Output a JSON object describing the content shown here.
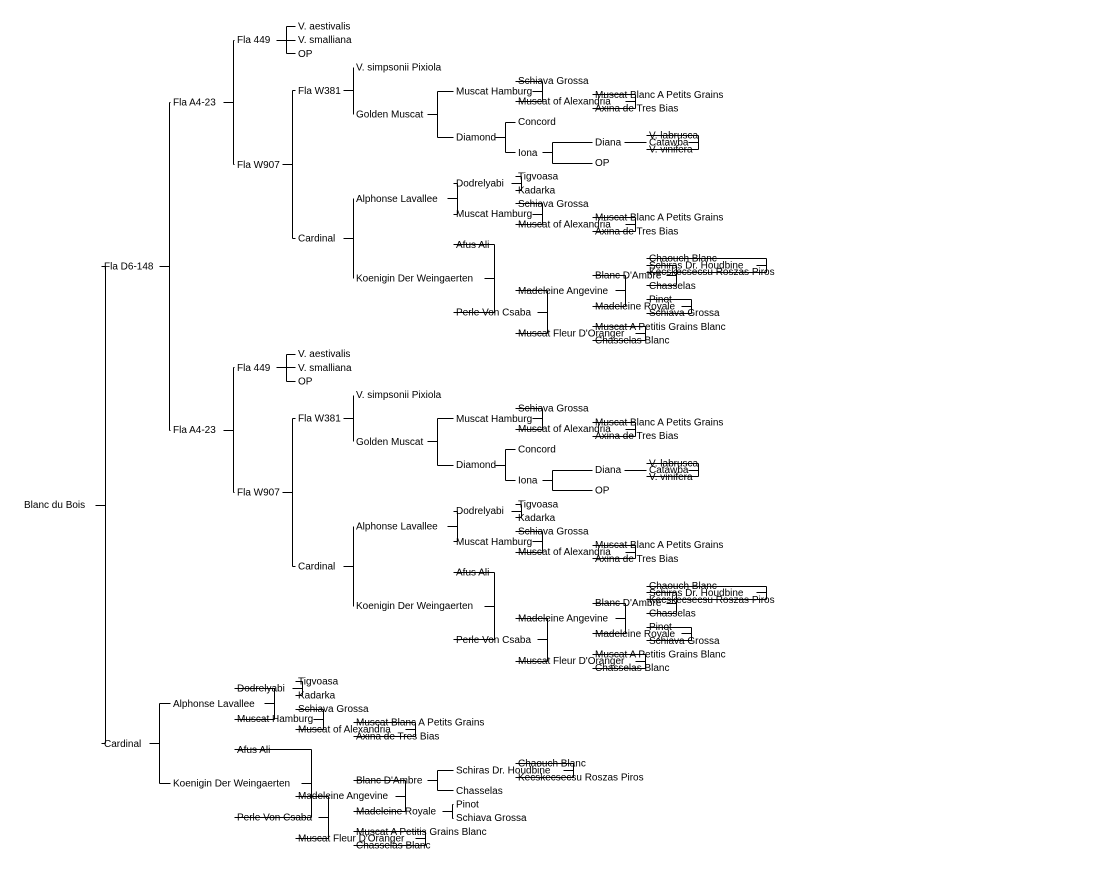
{
  "tree": {
    "label": "Blanc du Bois",
    "children": [
      {
        "label": "Fla D6-148",
        "children": [
          {
            "label": "Fla A4-23",
            "children": [
              {
                "label": "Fla 449",
                "children": [
                  {
                    "label": "V. aestivalis"
                  },
                  {
                    "label": "V. smalliana"
                  },
                  {
                    "label": "OP"
                  }
                ]
              },
              {
                "label": "Fla W907",
                "children": [
                  {
                    "label": "Fla W381",
                    "children": [
                      {
                        "label": "V. simpsonii Pixiola"
                      },
                      {
                        "label": "Golden Muscat",
                        "children": [
                          {
                            "label": "Muscat Hamburg",
                            "children": [
                              {
                                "label": "Schiava Grossa"
                              },
                              {
                                "label": "Muscat of Alexandria",
                                "children": [
                                  {
                                    "label": "Muscat Blanc A Petits Grains"
                                  },
                                  {
                                    "label": "Axina de Tres Bias"
                                  }
                                ]
                              }
                            ]
                          },
                          {
                            "label": "Diamond",
                            "children": [
                              {
                                "label": "Concord"
                              },
                              {
                                "label": "Iona",
                                "children": [
                                  {
                                    "label": "Diana",
                                    "children": [
                                      {
                                        "label": "Catawba",
                                        "children": [
                                          {
                                            "label": "V. labrusca"
                                          },
                                          {
                                            "label": "V. vinifera"
                                          }
                                        ]
                                      }
                                    ]
                                  },
                                  {
                                    "label": "OP"
                                  }
                                ]
                              }
                            ]
                          }
                        ]
                      }
                    ]
                  },
                  {
                    "label": "Cardinal",
                    "children": [
                      {
                        "label": "Alphonse Lavallee",
                        "children": [
                          {
                            "label": "Dodrelyabi",
                            "children": [
                              {
                                "label": "Tigvoasa"
                              },
                              {
                                "label": "Kadarka"
                              }
                            ]
                          },
                          {
                            "label": "Muscat Hamburg",
                            "children": [
                              {
                                "label": "Schiava Grossa"
                              },
                              {
                                "label": "Muscat of Alexandria",
                                "children": [
                                  {
                                    "label": "Muscat Blanc A Petits Grains"
                                  },
                                  {
                                    "label": "Axina de Tres Bias"
                                  }
                                ]
                              }
                            ]
                          }
                        ]
                      },
                      {
                        "label": "Koenigin Der Weingaerten",
                        "children": [
                          {
                            "label": "Afus Ali"
                          },
                          {
                            "label": "Perle Von Csaba",
                            "children": [
                              {
                                "label": "Madeleine Angevine",
                                "children": [
                                  {
                                    "label": "Blanc D'Ambre",
                                    "children": [
                                      {
                                        "label": "Schiras Dr. Houdbine",
                                        "children": [
                                          {
                                            "label": "Chaouch Blanc"
                                          },
                                          {
                                            "label": "Kecskecsecsu Roszas Piros"
                                          }
                                        ]
                                      },
                                      {
                                        "label": "Chasselas"
                                      }
                                    ]
                                  },
                                  {
                                    "label": "Madeleine Royale",
                                    "children": [
                                      {
                                        "label": "Pinot"
                                      },
                                      {
                                        "label": "Schiava Grossa"
                                      }
                                    ]
                                  }
                                ]
                              },
                              {
                                "label": "Muscat Fleur D'Oranger",
                                "children": [
                                  {
                                    "label": "Muscat A Petitis Grains Blanc"
                                  },
                                  {
                                    "label": "Chasselas Blanc"
                                  }
                                ]
                              }
                            ]
                          }
                        ]
                      }
                    ]
                  }
                ]
              }
            ]
          },
          {
            "label": "Fla A4-23",
            "children": [
              {
                "label": "Fla 449",
                "children": [
                  {
                    "label": "V. aestivalis"
                  },
                  {
                    "label": "V. smalliana"
                  },
                  {
                    "label": "OP"
                  }
                ]
              },
              {
                "label": "Fla W907",
                "children": [
                  {
                    "label": "Fla W381",
                    "children": [
                      {
                        "label": "V. simpsonii Pixiola"
                      },
                      {
                        "label": "Golden Muscat",
                        "children": [
                          {
                            "label": "Muscat Hamburg",
                            "children": [
                              {
                                "label": "Schiava Grossa"
                              },
                              {
                                "label": "Muscat of Alexandria",
                                "children": [
                                  {
                                    "label": "Muscat Blanc A Petits Grains"
                                  },
                                  {
                                    "label": "Axina de Tres Bias"
                                  }
                                ]
                              }
                            ]
                          },
                          {
                            "label": "Diamond",
                            "children": [
                              {
                                "label": "Concord"
                              },
                              {
                                "label": "Iona",
                                "children": [
                                  {
                                    "label": "Diana",
                                    "children": [
                                      {
                                        "label": "Catawba",
                                        "children": [
                                          {
                                            "label": "V. labrusca"
                                          },
                                          {
                                            "label": "V. vinifera"
                                          }
                                        ]
                                      }
                                    ]
                                  },
                                  {
                                    "label": "OP"
                                  }
                                ]
                              }
                            ]
                          }
                        ]
                      }
                    ]
                  },
                  {
                    "label": "Cardinal",
                    "children": [
                      {
                        "label": "Alphonse Lavallee",
                        "children": [
                          {
                            "label": "Dodrelyabi",
                            "children": [
                              {
                                "label": "Tigvoasa"
                              },
                              {
                                "label": "Kadarka"
                              }
                            ]
                          },
                          {
                            "label": "Muscat Hamburg",
                            "children": [
                              {
                                "label": "Schiava Grossa"
                              },
                              {
                                "label": "Muscat of Alexandria",
                                "children": [
                                  {
                                    "label": "Muscat Blanc A Petits Grains"
                                  },
                                  {
                                    "label": "Axina de Tres Bias"
                                  }
                                ]
                              }
                            ]
                          }
                        ]
                      },
                      {
                        "label": "Koenigin Der Weingaerten",
                        "children": [
                          {
                            "label": "Afus Ali"
                          },
                          {
                            "label": "Perle Von Csaba",
                            "children": [
                              {
                                "label": "Madeleine Angevine",
                                "children": [
                                  {
                                    "label": "Blanc D'Ambre",
                                    "children": [
                                      {
                                        "label": "Schiras Dr. Houdbine",
                                        "children": [
                                          {
                                            "label": "Chaouch Blanc"
                                          },
                                          {
                                            "label": "Kecskecsecsu Roszas Piros"
                                          }
                                        ]
                                      },
                                      {
                                        "label": "Chasselas"
                                      }
                                    ]
                                  },
                                  {
                                    "label": "Madeleine Royale",
                                    "children": [
                                      {
                                        "label": "Pinot"
                                      },
                                      {
                                        "label": "Schiava Grossa"
                                      }
                                    ]
                                  }
                                ]
                              },
                              {
                                "label": "Muscat Fleur D'Oranger",
                                "children": [
                                  {
                                    "label": "Muscat A Petitis Grains Blanc"
                                  },
                                  {
                                    "label": "Chasselas Blanc"
                                  }
                                ]
                              }
                            ]
                          }
                        ]
                      }
                    ]
                  }
                ]
              }
            ]
          }
        ]
      },
      {
        "label": "Cardinal",
        "children": [
          {
            "label": "Alphonse Lavallee",
            "children": [
              {
                "label": "Dodrelyabi",
                "children": [
                  {
                    "label": "Tigvoasa"
                  },
                  {
                    "label": "Kadarka"
                  }
                ]
              },
              {
                "label": "Muscat Hamburg",
                "children": [
                  {
                    "label": "Schiava Grossa"
                  },
                  {
                    "label": "Muscat of Alexandria",
                    "children": [
                      {
                        "label": "Muscat Blanc A Petits Grains"
                      },
                      {
                        "label": "Axina de Tres Bias"
                      }
                    ]
                  }
                ]
              }
            ]
          },
          {
            "label": "Koenigin Der Weingaerten",
            "children": [
              {
                "label": "Afus Ali"
              },
              {
                "label": "Perle Von Csaba",
                "children": [
                  {
                    "label": "Madeleine Angevine",
                    "children": [
                      {
                        "label": "Blanc D'Ambre",
                        "children": [
                          {
                            "label": "Schiras Dr. Houdbine",
                            "children": [
                              {
                                "label": "Chaouch Blanc"
                              },
                              {
                                "label": "Kecskecsecsu Roszas Piros"
                              }
                            ]
                          },
                          {
                            "label": "Chasselas"
                          }
                        ]
                      },
                      {
                        "label": "Madeleine Royale",
                        "children": [
                          {
                            "label": "Pinot"
                          },
                          {
                            "label": "Schiava Grossa"
                          }
                        ]
                      }
                    ]
                  },
                  {
                    "label": "Muscat Fleur D'Oranger",
                    "children": [
                      {
                        "label": "Muscat A Petitis Grains Blanc"
                      },
                      {
                        "label": "Chasselas Blanc"
                      }
                    ]
                  }
                ]
              }
            ]
          }
        ]
      }
    ]
  },
  "colors": {
    "line": "#000000",
    "text": "#000000",
    "background": "#ffffff"
  }
}
